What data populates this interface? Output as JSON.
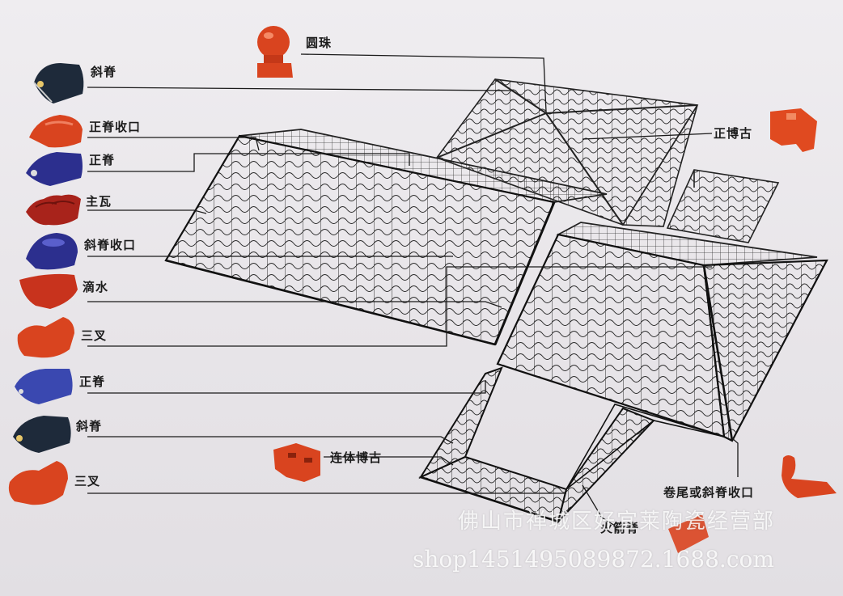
{
  "labels": {
    "ball": "圆珠",
    "hip_ridge_1": "斜脊",
    "ridge_end_cap": "正脊收口",
    "main_ridge_1": "正脊",
    "main_tile": "主瓦",
    "hip_end_cap": "斜脊收口",
    "drip": "滴水",
    "three_way_1": "三叉",
    "main_ridge_2": "正脊",
    "hip_ridge_2": "斜脊",
    "three_way_2": "三叉",
    "ridge_gable": "正博古",
    "joint_gable": "连体博古",
    "curl_tail": "卷尾或斜脊收口",
    "fire_ridge": "火箭脊"
  },
  "watermark": {
    "shop_name": "佛山市禅城区好宜莱陶瓷经营部",
    "url": "shop1451495089872.1688.com"
  },
  "colors": {
    "tile_red": "#d9441f",
    "tile_blue": "#2c2f8e",
    "tile_navy": "#1e2a3a",
    "wire": "#222222"
  }
}
